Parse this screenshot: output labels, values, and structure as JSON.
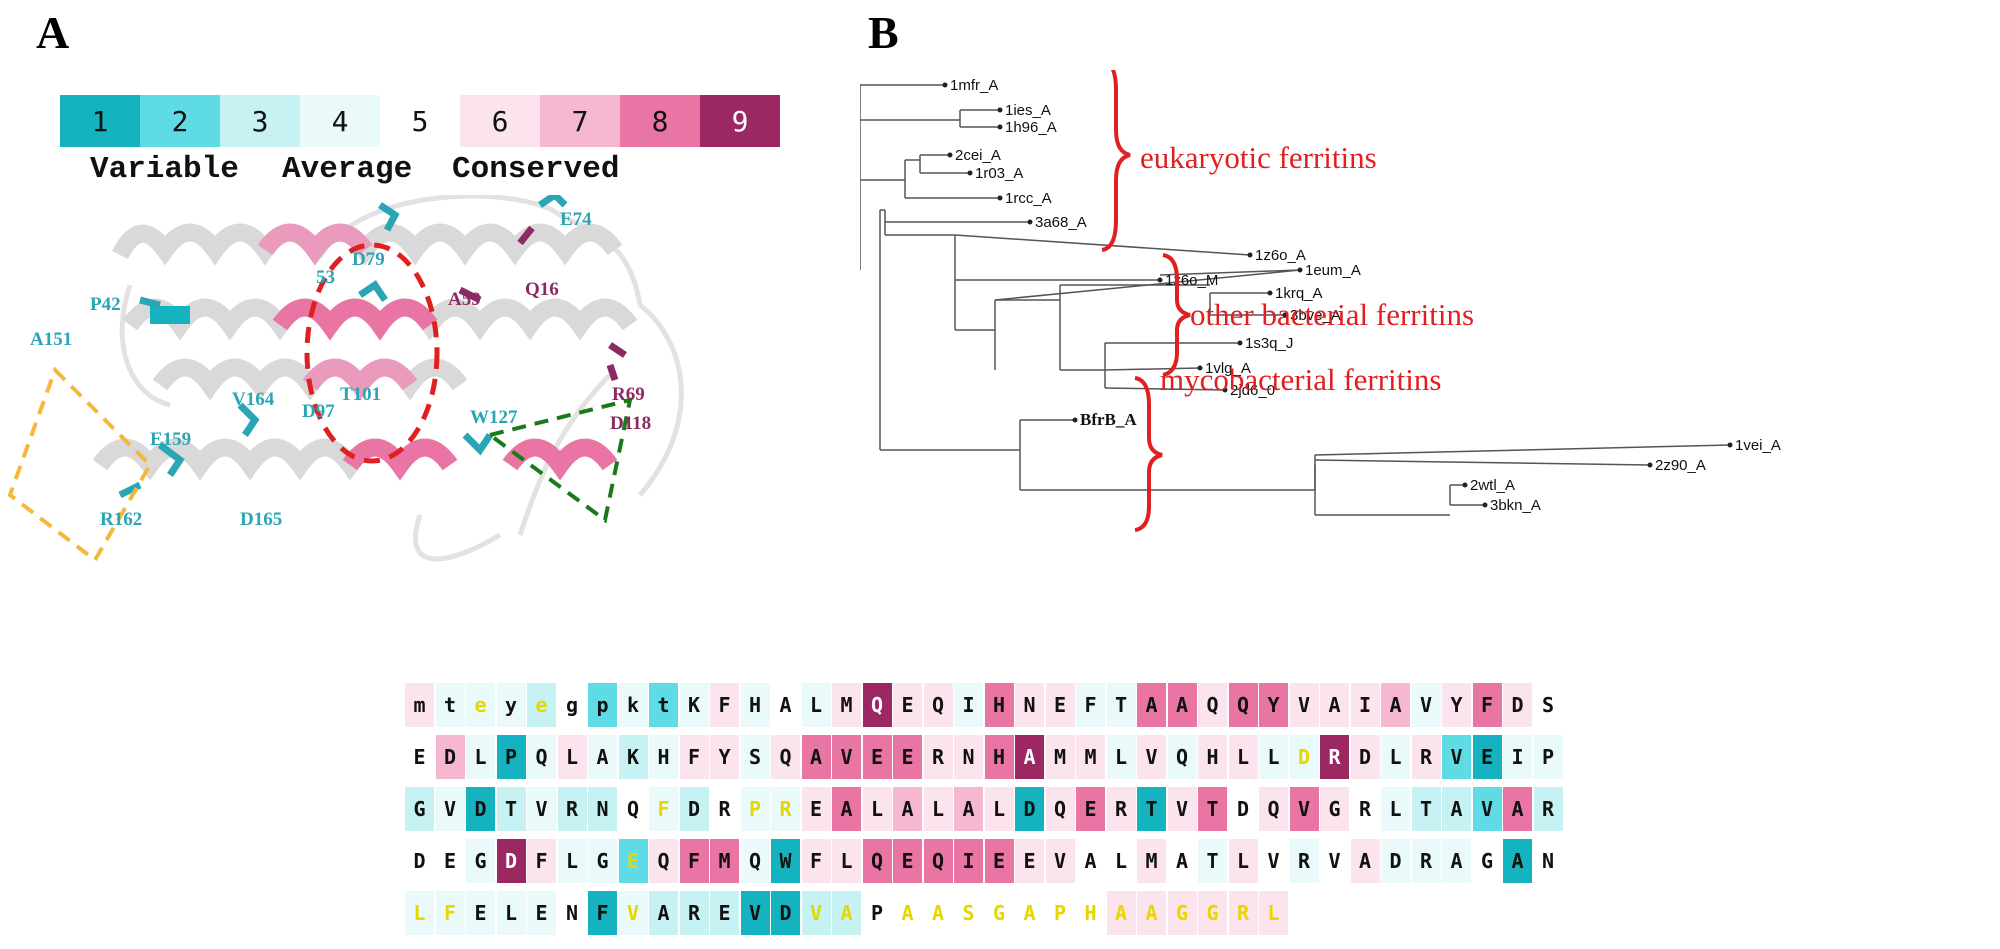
{
  "panels": {
    "a": "A",
    "b": "B"
  },
  "colors": {
    "c1": "#14b3bf",
    "c2": "#5fdbe6",
    "c3": "#c6f2f4",
    "c4": "#eafafb",
    "c5": "#ffffff",
    "c6": "#fbe4ee",
    "c7": "#f6b8d1",
    "c8": "#e875a3",
    "c9": "#9b2862",
    "helix": "#d9d9d9",
    "helix_pink": "#e99abd",
    "loop": "#e4e4e4",
    "teal_label": "#2aa5b5",
    "maroon_label": "#8b2a62",
    "red_oval": "#e02020",
    "orange_box": "#f5b73c",
    "green_box": "#1a7a1a",
    "tree_line": "#555555",
    "group_text": "#e02020"
  },
  "scale": {
    "cells": [
      "1",
      "2",
      "3",
      "4",
      "5",
      "6",
      "7",
      "8",
      "9"
    ],
    "left_label": "Variable",
    "mid_label": "Average",
    "right_label": "Conserved"
  },
  "structure_labels": [
    {
      "id": "D79",
      "text": "D79",
      "tone": "teal"
    },
    {
      "id": "E74",
      "text": "E74",
      "tone": "teal"
    },
    {
      "id": "Q16",
      "text": "Q16",
      "tone": "dark"
    },
    {
      "id": "E53",
      "text": "53",
      "tone": "teal"
    },
    {
      "id": "A59",
      "text": "A59",
      "tone": "dark"
    },
    {
      "id": "P42",
      "text": "P42",
      "tone": "teal"
    },
    {
      "id": "T101",
      "text": "T101",
      "tone": "teal"
    },
    {
      "id": "D97",
      "text": "D97",
      "tone": "teal"
    },
    {
      "id": "R69",
      "text": "R69",
      "tone": "dark"
    },
    {
      "id": "A151",
      "text": "A151",
      "tone": "teal"
    },
    {
      "id": "V164",
      "text": "V164",
      "tone": "teal"
    },
    {
      "id": "W127",
      "text": "W127",
      "tone": "teal"
    },
    {
      "id": "D118",
      "text": "D118",
      "tone": "dark"
    },
    {
      "id": "E159",
      "text": "E159",
      "tone": "teal"
    },
    {
      "id": "R162",
      "text": "R162",
      "tone": "teal"
    },
    {
      "id": "D165",
      "text": "D165",
      "tone": "teal"
    }
  ],
  "tree": {
    "leaves": [
      "1mfr_A",
      "1ies_A",
      "1h96_A",
      "2cei_A",
      "1r03_A",
      "1rcc_A",
      "3a68_A",
      "1z6o_A",
      "1z6o_M",
      "1eum_A",
      "1krq_A",
      "3bve_A",
      "1s3q_J",
      "1vlg_A",
      "2jd6_0",
      "BfrB_A",
      "1vei_A",
      "2z90_A",
      "2wtl_A",
      "3bkn_A"
    ],
    "groups": [
      "eukaryotic ferritins",
      "other bacterial ferritins",
      "mycobacterial ferritins"
    ]
  },
  "sequence": {
    "rows": [
      {
        "letters": [
          "m",
          "t",
          "e",
          "y",
          "e",
          "g",
          "p",
          "k",
          "t",
          "K",
          "F",
          "H",
          "A",
          "L",
          "M",
          "Q",
          "E",
          "Q",
          "I",
          "H",
          "N",
          "E",
          "F",
          "T",
          "A",
          "A",
          "Q",
          "Q",
          "Y",
          "V",
          "A",
          "I",
          "A",
          "V",
          "Y",
          "F",
          "D",
          "S"
        ],
        "grades": [
          6,
          4,
          4,
          4,
          3,
          5,
          2,
          4,
          2,
          4,
          6,
          4,
          5,
          4,
          6,
          9,
          6,
          6,
          4,
          8,
          6,
          6,
          4,
          4,
          8,
          8,
          6,
          8,
          8,
          6,
          6,
          6,
          7,
          4,
          6,
          8,
          6,
          5
        ]
      },
      {
        "letters": [
          "E",
          "D",
          "L",
          "P",
          "Q",
          "L",
          "A",
          "K",
          "H",
          "F",
          "Y",
          "S",
          "Q",
          "A",
          "V",
          "E",
          "E",
          "R",
          "N",
          "H",
          "A",
          "M",
          "M",
          "L",
          "V",
          "Q",
          "H",
          "L",
          "L",
          "D",
          "R",
          "D",
          "L",
          "R",
          "V",
          "E",
          "I",
          "P"
        ],
        "grades": [
          5,
          7,
          4,
          1,
          4,
          6,
          4,
          3,
          4,
          6,
          6,
          4,
          6,
          8,
          8,
          8,
          8,
          6,
          6,
          8,
          9,
          6,
          6,
          4,
          6,
          4,
          6,
          6,
          4,
          4,
          9,
          6,
          4,
          6,
          2,
          1,
          4,
          4
        ]
      },
      {
        "letters": [
          "G",
          "V",
          "D",
          "T",
          "V",
          "R",
          "N",
          "Q",
          "F",
          "D",
          "R",
          "P",
          "R",
          "E",
          "A",
          "L",
          "A",
          "L",
          "A",
          "L",
          "D",
          "Q",
          "E",
          "R",
          "T",
          "V",
          "T",
          "D",
          "Q",
          "V",
          "G",
          "R",
          "L",
          "T",
          "A",
          "V",
          "A",
          "R"
        ],
        "grades": [
          3,
          4,
          1,
          3,
          4,
          3,
          3,
          5,
          4,
          3,
          5,
          4,
          4,
          6,
          8,
          6,
          7,
          6,
          7,
          6,
          1,
          6,
          8,
          6,
          1,
          6,
          8,
          5,
          6,
          8,
          6,
          5,
          4,
          3,
          3,
          2,
          8,
          3
        ]
      },
      {
        "letters": [
          "D",
          "E",
          "G",
          "D",
          "F",
          "L",
          "G",
          "E",
          "Q",
          "F",
          "M",
          "Q",
          "W",
          "F",
          "L",
          "Q",
          "E",
          "Q",
          "I",
          "E",
          "E",
          "V",
          "A",
          "L",
          "M",
          "A",
          "T",
          "L",
          "V",
          "R",
          "V",
          "A",
          "D",
          "R",
          "A",
          "G",
          "A",
          "N"
        ],
        "grades": [
          5,
          5,
          4,
          9,
          6,
          4,
          4,
          2,
          6,
          8,
          8,
          4,
          1,
          6,
          6,
          8,
          8,
          8,
          8,
          8,
          6,
          6,
          5,
          5,
          6,
          5,
          4,
          6,
          5,
          4,
          5,
          6,
          4,
          4,
          4,
          5,
          1,
          5
        ]
      },
      {
        "letters": [
          "L",
          "F",
          "E",
          "L",
          "E",
          "N",
          "F",
          "V",
          "A",
          "R",
          "E",
          "V",
          "D",
          "V",
          "A",
          "P",
          "A",
          "A",
          "S",
          "G",
          "A",
          "P",
          "H",
          "A",
          "A",
          "G",
          "G",
          "R",
          "L"
        ],
        "grades": [
          4,
          4,
          4,
          4,
          4,
          5,
          1,
          4,
          3,
          3,
          3,
          1,
          1,
          3,
          3,
          5,
          5,
          5,
          5,
          5,
          5,
          5,
          5,
          6,
          6,
          6,
          6,
          6,
          6
        ]
      }
    ],
    "yellow_positions": [
      [
        0,
        2
      ],
      [
        0,
        4
      ],
      [
        1,
        29
      ],
      [
        2,
        8
      ],
      [
        2,
        11
      ],
      [
        2,
        12
      ],
      [
        3,
        7
      ],
      [
        4,
        0
      ],
      [
        4,
        1
      ],
      [
        4,
        7
      ],
      [
        4,
        13
      ],
      [
        4,
        14
      ],
      [
        4,
        16
      ],
      [
        4,
        17
      ],
      [
        4,
        18
      ],
      [
        4,
        19
      ],
      [
        4,
        20
      ],
      [
        4,
        21
      ],
      [
        4,
        22
      ],
      [
        4,
        23
      ],
      [
        4,
        24
      ],
      [
        4,
        25
      ],
      [
        4,
        26
      ],
      [
        4,
        27
      ],
      [
        4,
        28
      ]
    ]
  }
}
